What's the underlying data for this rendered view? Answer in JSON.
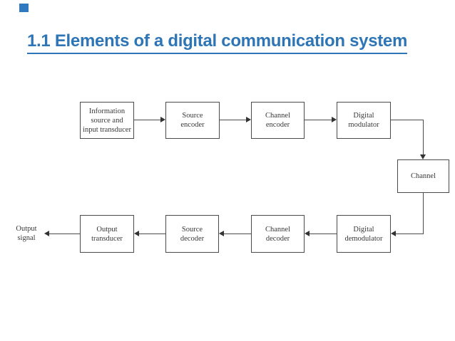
{
  "title": {
    "text": "1.1 Elements of a digital communication system",
    "color": "#2e75b6"
  },
  "decor": {
    "corner_square_color": "#2e79c0"
  },
  "diagram": {
    "line_color": "#4a4a4a",
    "text_color": "#383838",
    "boxes": {
      "info_source": "Information\nsource and\ninput transducer",
      "source_encoder": "Source\nencoder",
      "channel_encoder": "Channel\nencoder",
      "digital_modulator": "Digital\nmodulator",
      "channel": "Channel",
      "output_transducer": "Output\ntransducer",
      "source_decoder": "Source\ndecoder",
      "channel_decoder": "Channel\ndecoder",
      "digital_demodulator": "Digital\ndemodulator"
    },
    "labels": {
      "output_signal": "Output\nsignal"
    }
  }
}
